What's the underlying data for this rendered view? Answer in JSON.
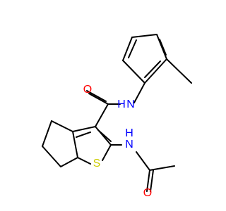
{
  "molecule": {
    "atoms": {
      "amide_oxygen": {
        "symbol": "O",
        "color": "#ff0000"
      },
      "amide_nitrogen": {
        "symbol": "N",
        "color": "#0000ff"
      },
      "amide_hydrogen": {
        "symbol": "H",
        "color": "#0000ff"
      },
      "acetamido_nitrogen": {
        "symbol": "N",
        "color": "#0000ff"
      },
      "acetamido_hydrogen": {
        "symbol": "H",
        "color": "#0000ff"
      },
      "thiophene_sulfur": {
        "symbol": "S",
        "color": "#cccc00"
      },
      "acetyl_oxygen": {
        "symbol": "O",
        "color": "#ff0000"
      }
    }
  }
}
